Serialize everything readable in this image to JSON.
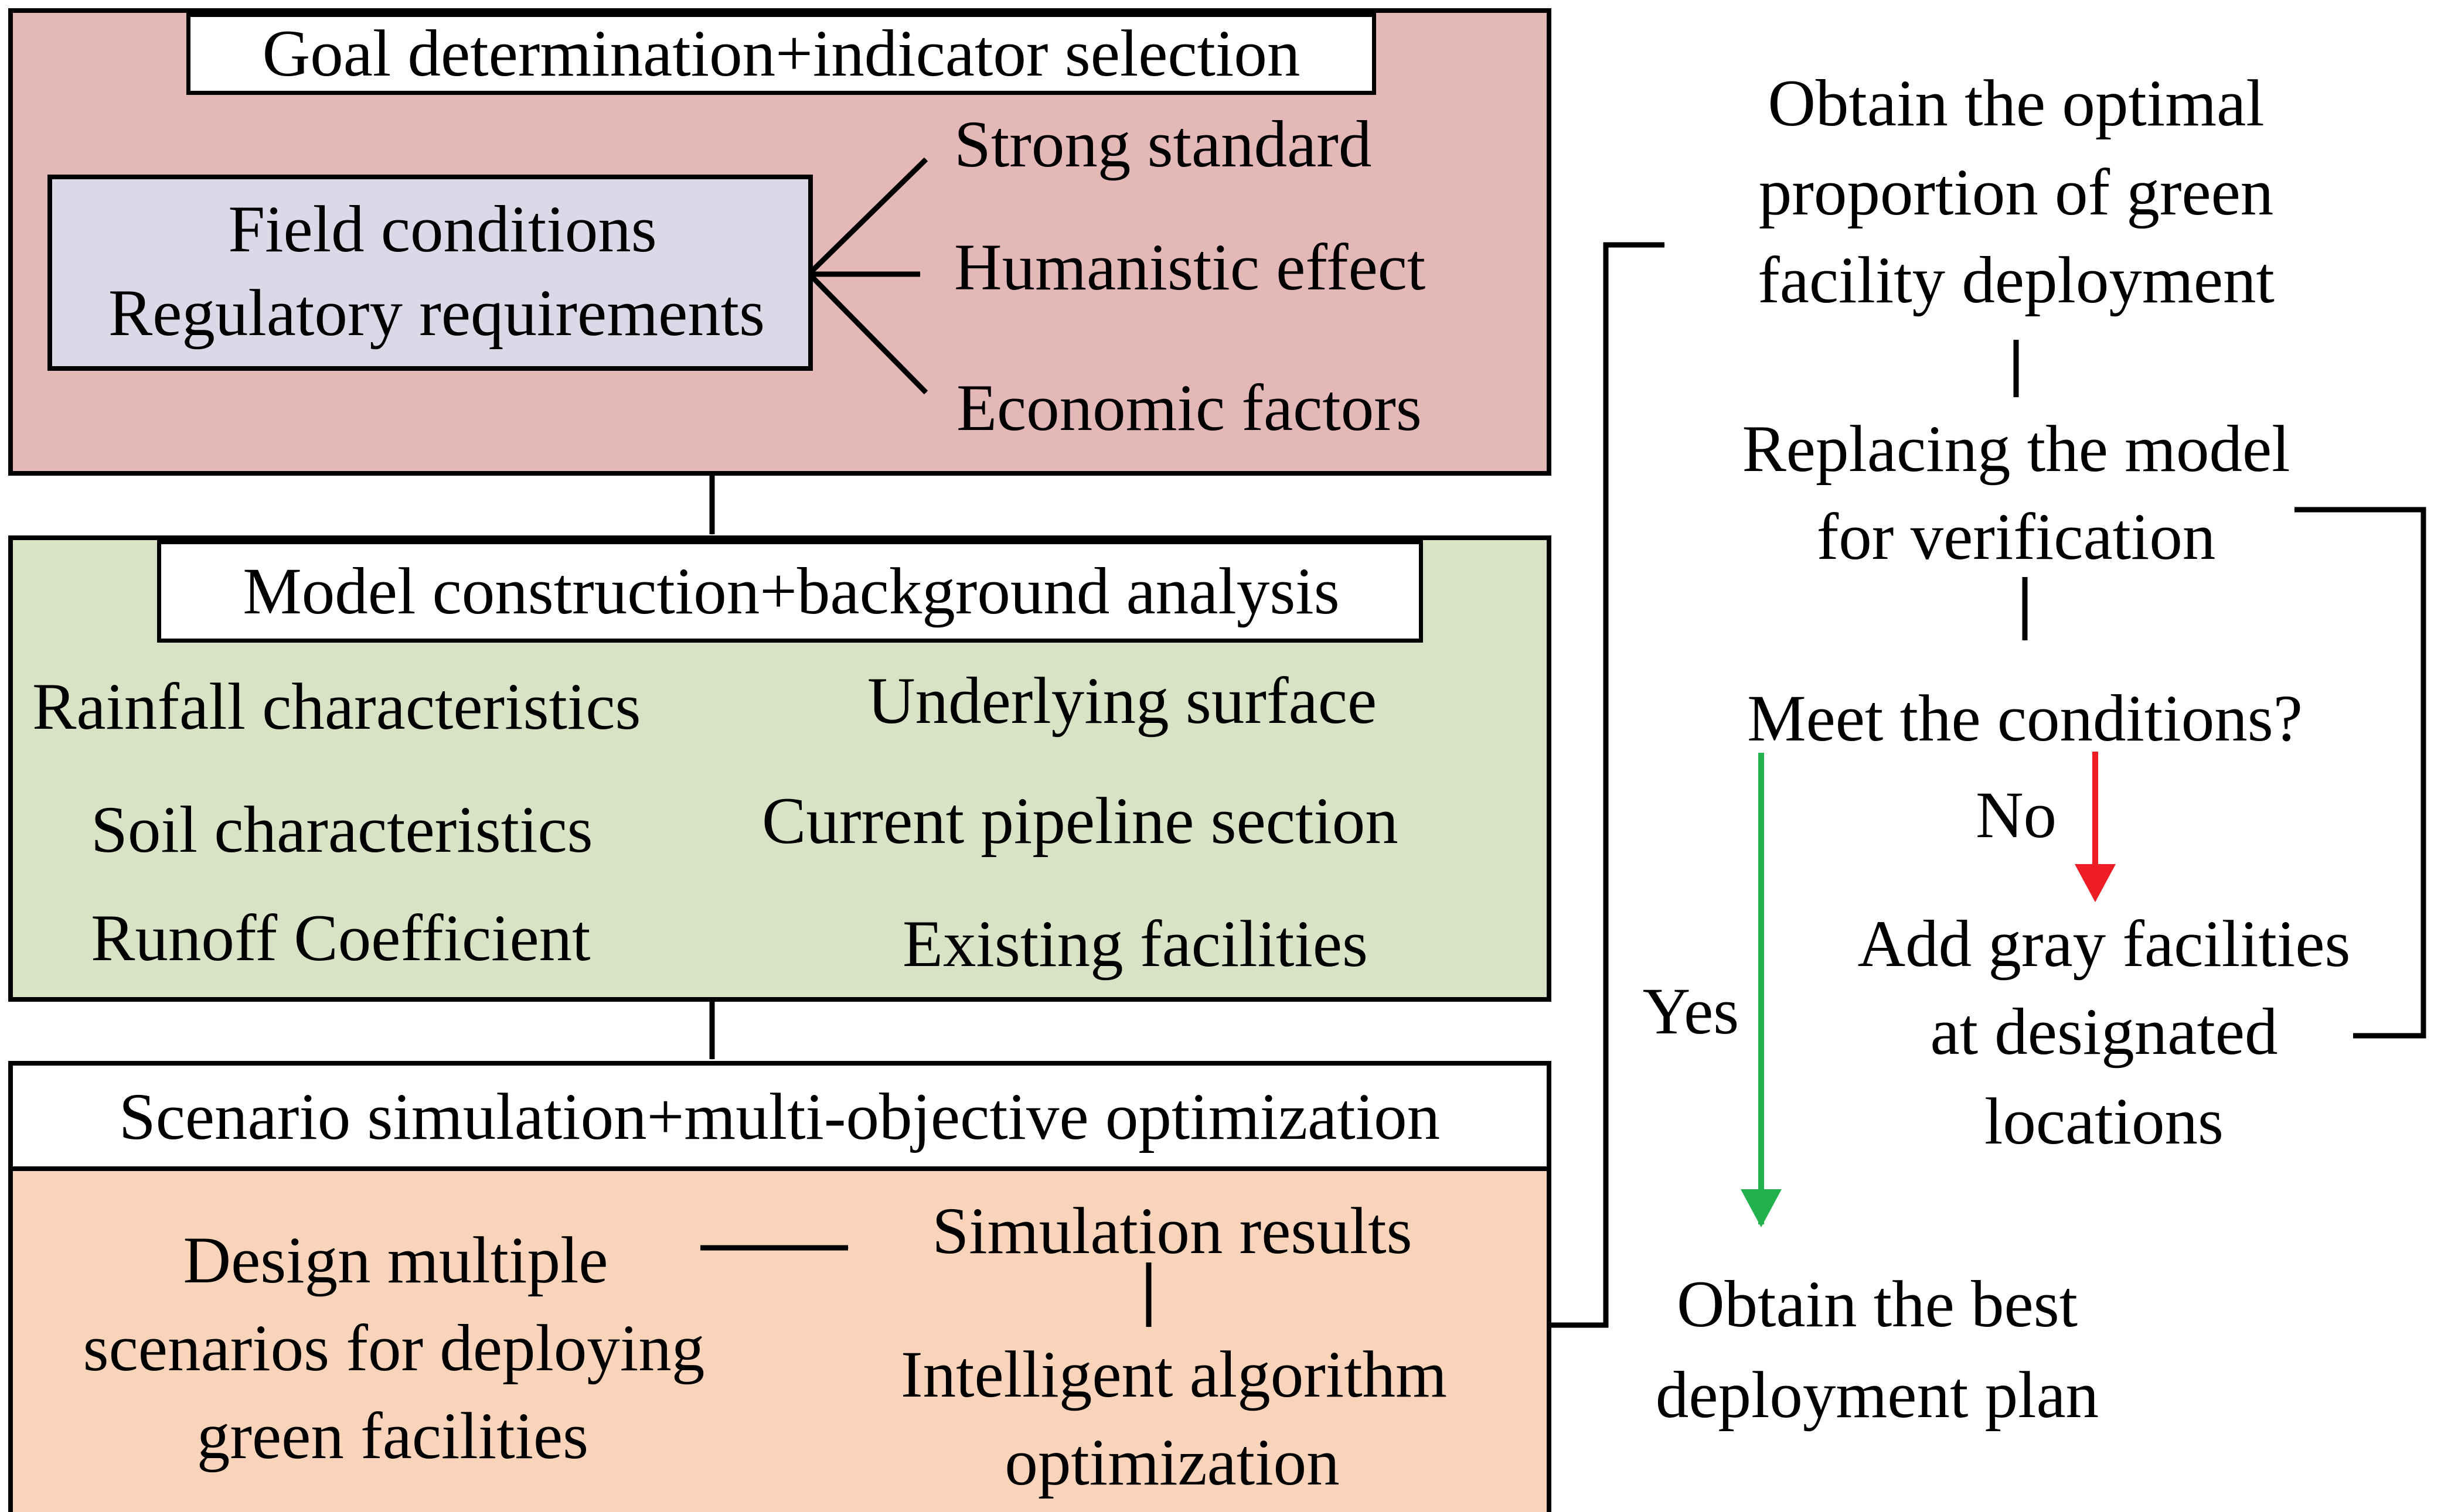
{
  "colors": {
    "goal_panel": "#e4b8b7",
    "conditions_box": "#dcd8e8",
    "model_panel": "#d7e3c4",
    "scenario_panel": "#f9d4ba",
    "yes_arrow": "#22b14c",
    "no_arrow": "#ee1c24"
  },
  "goal": {
    "title": "Goal determination+indicator selection",
    "conditions": [
      "Field conditions",
      "Regulatory requirements"
    ],
    "indicators": [
      "Strong standard",
      "Humanistic effect",
      "Economic factors"
    ]
  },
  "model": {
    "title": "Model construction+background analysis",
    "left_items": [
      "Rainfall characteristics",
      "Soil characteristics",
      "Runoff Coefficient"
    ],
    "right_items": [
      "Underlying surface",
      "Current pipeline section",
      "Existing facilities"
    ]
  },
  "scenario": {
    "title": "Scenario simulation+multi-objective optimization",
    "design": [
      "Design multiple",
      "scenarios  for deploying",
      "green facilities"
    ],
    "results": "Simulation results",
    "algorithm": [
      "Intelligent algorithm",
      "optimization"
    ]
  },
  "flow": {
    "optimal": [
      "Obtain the optimal",
      "proportion of green",
      "facility deployment"
    ],
    "replace": [
      "Replacing the model",
      "for verification"
    ],
    "question": "Meet the conditions?",
    "no_label": "No",
    "yes_label": "Yes",
    "gray": [
      "Add gray facilities",
      "at designated",
      "locations"
    ],
    "best": [
      "Obtain the best",
      "deployment plan"
    ]
  }
}
